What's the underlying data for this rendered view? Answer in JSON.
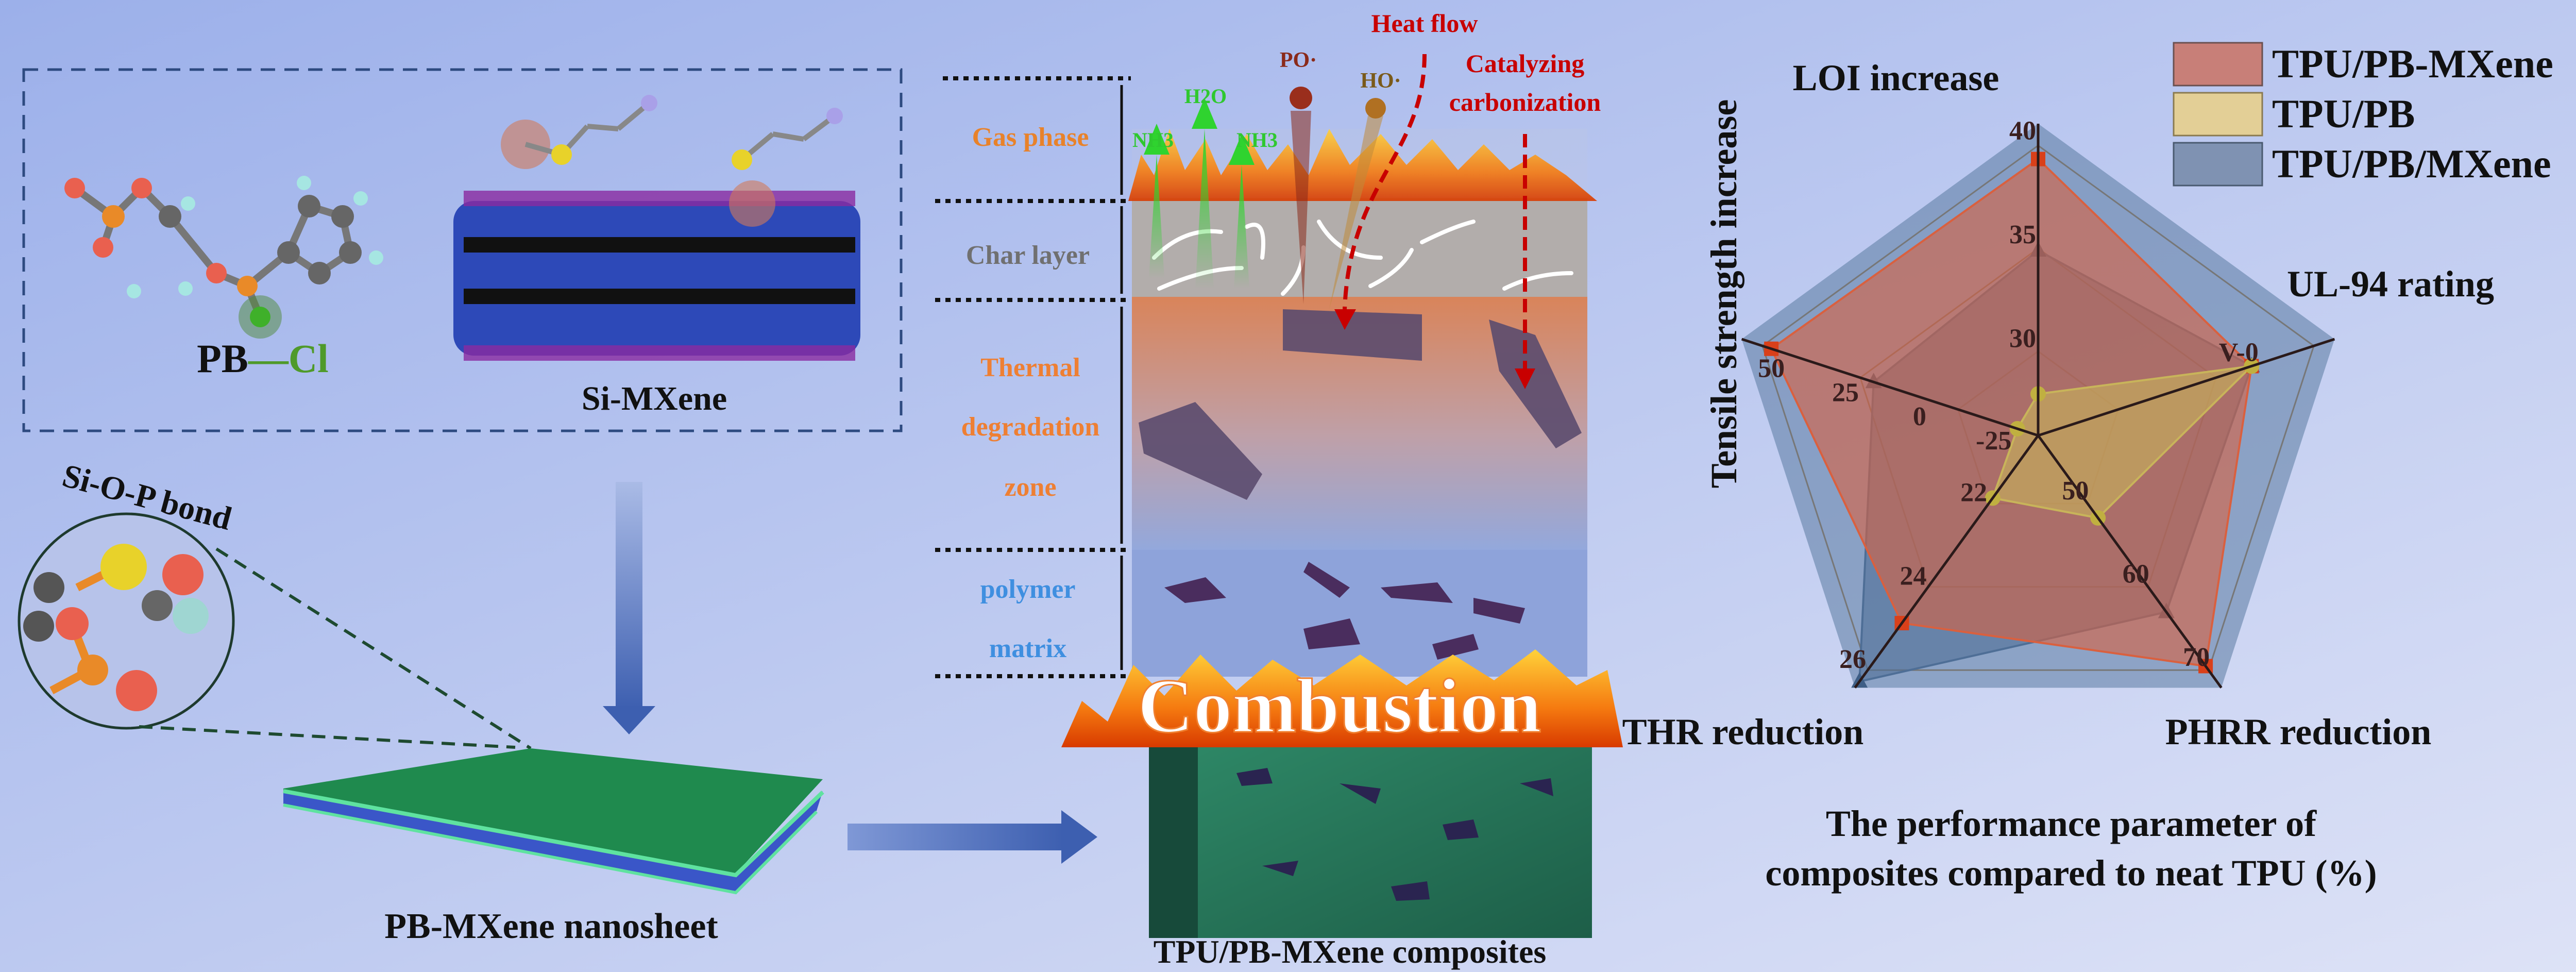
{
  "left_panel": {
    "pb_label": "PB",
    "pb_bond": "—",
    "cl_label": "Cl",
    "si_mxene_label": "Si-MXene",
    "bond_label": "Si-O-P bond",
    "nanosheet_label": "PB-MXene nanosheet"
  },
  "mechanism": {
    "zones": [
      "Gas phase",
      "Char layer",
      "Thermal",
      "degradation",
      "zone",
      "polymer",
      "matrix"
    ],
    "heat_flow": "Heat flow",
    "catalyzing": [
      "Catalyzing",
      "carbonization"
    ],
    "radicals": [
      "PO·",
      "HO·"
    ],
    "gases": [
      "NH3",
      "H2O",
      "NH3"
    ],
    "combustion": "Combustion",
    "composite_label": "TPU/PB-MXene composites",
    "colors": {
      "gas": "#e8822a",
      "char": "#707070",
      "thermal": "#ee7f33",
      "polymer": "#3f8fe0",
      "heat": "#c80000",
      "gas_arrow": "#2fd32f"
    }
  },
  "chart_data": {
    "type": "radar",
    "axes": [
      {
        "label": "LOI increase",
        "range": [
          26,
          41
        ],
        "ticks": [
          "30",
          "35",
          "40"
        ],
        "tick_values": [
          30,
          35,
          40
        ]
      },
      {
        "label": "UL-94 rating",
        "ticks": [
          "V-0"
        ],
        "tick_values": [
          "V-0"
        ]
      },
      {
        "label": "PHRR reduction",
        "range": [
          41.7,
          72
        ],
        "ticks": [
          "50",
          "60",
          "70"
        ],
        "tick_values": [
          50,
          60,
          70
        ]
      },
      {
        "label": "THR reduction",
        "range": [
          20.3,
          26.35
        ],
        "ticks": [
          "22",
          "24",
          "26"
        ],
        "tick_values": [
          22,
          24,
          26
        ]
      },
      {
        "label": "Tensile strength increase",
        "range": [
          -40,
          60
        ],
        "ticks": [
          "-25",
          "0",
          "25",
          "50"
        ],
        "tick_values": [
          -25,
          0,
          25,
          50
        ]
      }
    ],
    "series": [
      {
        "name": "TPU/PB/MXene",
        "color": "#4e6e96",
        "marker": "triangle",
        "values": [
          34.9,
          "V-0",
          62.9,
          26.2,
          15.5
        ]
      },
      {
        "name": "TPU/PB-MXene",
        "color": "#d9603f",
        "marker": "square",
        "values": [
          39.3,
          "V-0",
          69.4,
          24.8,
          50
        ]
      },
      {
        "name": "TPU/PB",
        "color": "#c8b45a",
        "marker": "circle",
        "values": [
          28.0,
          "V-0",
          51.6,
          21.8,
          -33
        ]
      }
    ],
    "legend": [
      "TPU/PB-MXene",
      "TPU/PB",
      "TPU/PB/MXene"
    ],
    "legend_colors": [
      "#c87f78",
      "#e3cf96",
      "#7f92b2"
    ],
    "legend_position": "top-right",
    "caption": [
      "The performance parameter of",
      "composites compared to neat TPU (%)"
    ]
  }
}
